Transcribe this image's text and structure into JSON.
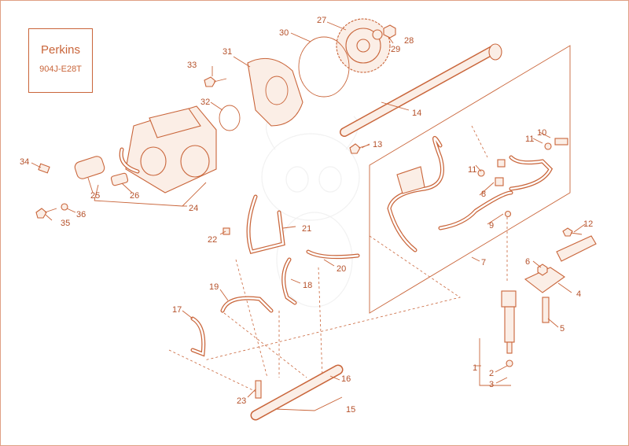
{
  "brand": {
    "name": "Perkins",
    "model": "904J-E28T"
  },
  "colors": {
    "line": "#c9653a",
    "label": "#b5512a",
    "fill": "#fbeee6"
  },
  "callouts": {
    "c1": "1",
    "c2": "2",
    "c3": "3",
    "c4": "4",
    "c5": "5",
    "c6": "6",
    "c7": "7",
    "c8": "8",
    "c9": "9",
    "c10": "10",
    "c11a": "11",
    "c11b": "11",
    "c12": "12",
    "c13": "13",
    "c14": "14",
    "c15": "15",
    "c16": "16",
    "c17": "17",
    "c18": "18",
    "c19": "19",
    "c20": "20",
    "c21": "21",
    "c22": "22",
    "c23": "23",
    "c24": "24",
    "c25": "25",
    "c26": "26",
    "c27": "27",
    "c28": "28",
    "c29": "29",
    "c30": "30",
    "c31": "31",
    "c32": "32",
    "c33": "33",
    "c34": "34",
    "c35": "35",
    "c36": "36"
  }
}
